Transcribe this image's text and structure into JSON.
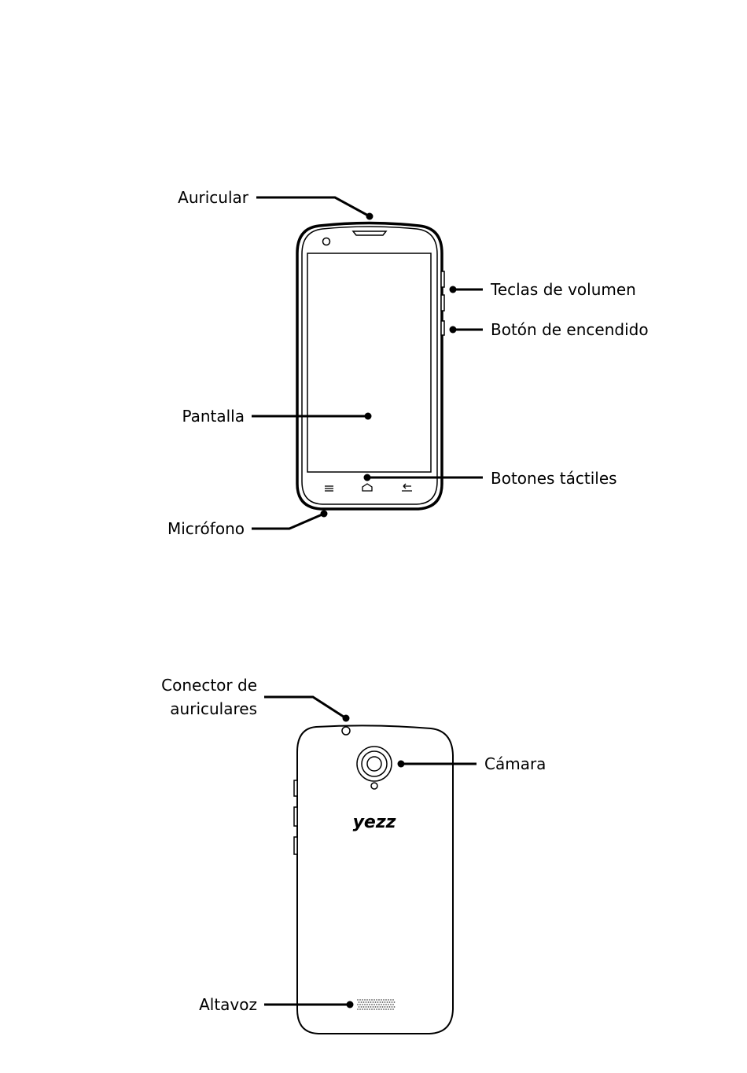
{
  "front": {
    "labels": {
      "earpiece": "Auricular",
      "volume_keys": "Teclas de volumen",
      "power_button": "Botón de encendido",
      "screen": "Pantalla",
      "touch_buttons": "Botones táctiles",
      "microphone": "Micrófono"
    }
  },
  "back": {
    "labels": {
      "headphone_jack_line1": "Conector de",
      "headphone_jack_line2": "auriculares",
      "camera": "Cámara",
      "speaker": "Altavoz"
    },
    "brand_logo": "yezz"
  }
}
